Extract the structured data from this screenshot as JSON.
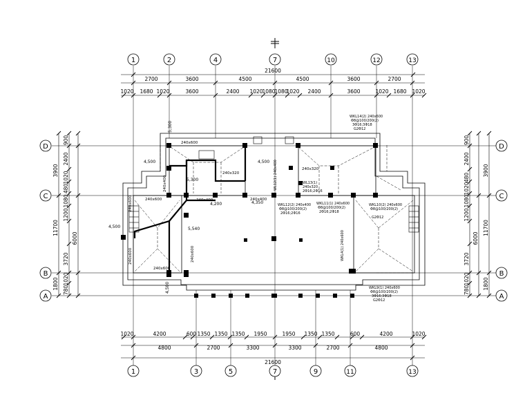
{
  "grid": {
    "top_labels": [
      "1",
      "2",
      "4",
      "7",
      "10",
      "12",
      "13"
    ],
    "bottom_labels": [
      "1",
      "3",
      "5",
      "7",
      "9",
      "11",
      "13"
    ],
    "left_labels": [
      "D",
      "C",
      "B",
      "A"
    ],
    "right_labels": [
      "D",
      "C",
      "B",
      "A"
    ]
  },
  "dims": {
    "top_total": "21600",
    "top_row1": [
      "2700",
      "3600",
      "4500",
      "4500",
      "3600",
      "2700"
    ],
    "top_row2": [
      "1020",
      "1680",
      "1020",
      "3600",
      "2400",
      "1020",
      "1080",
      "1080",
      "1020",
      "2400",
      "3600",
      "1020",
      "1680",
      "1020"
    ],
    "bottom_row1": [
      "1020",
      "4200",
      "600",
      "1350",
      "1350",
      "1350",
      "1950",
      "1950",
      "1350",
      "1350",
      "600",
      "4200",
      "1020"
    ],
    "bottom_row2": [
      "4800",
      "2700",
      "3300",
      "3300",
      "2700",
      "4800"
    ],
    "bottom_total": "21600",
    "left_outer": [
      "3900",
      "11700",
      "1800"
    ],
    "left_inner": [
      "900",
      "2400",
      "1020",
      "480",
      "1080",
      "1200",
      "6000",
      "3720",
      "1020",
      "780"
    ],
    "right_inner": [
      "900",
      "2400",
      "480",
      "1020",
      "1080",
      "1200",
      "6000",
      "3720",
      "1020",
      "780"
    ],
    "right_outer": [
      "3900",
      "11700",
      "1800"
    ]
  },
  "beams": {
    "b1": "240x600",
    "b2": "240x600",
    "b3": "240x600",
    "b4": "240x320",
    "b5": "240x400",
    "b6": "240x400",
    "b7": "240x320",
    "b8": "240x600",
    "b9": "240x600",
    "b10": "240x400",
    "b11": "240x600"
  },
  "slabs": {
    "s1": "4,500",
    "s2": "4,500",
    "s3": "5,300",
    "s4": "4,500",
    "s5": "5,540",
    "s6": "4,500",
    "s7": "4,350",
    "s8": "4,200",
    "s9": "5,300"
  },
  "notes": {
    "wkl14": "WKL14(2) 240x600",
    "wkl14_b": "Φ8@100/200(2)",
    "wkl14_c": "3Φ16;3Φ18",
    "wkl14_d": "G2Φ12",
    "wl12": "WL12(1) 240x400",
    "wl13": "WL13(1)",
    "wl13_b": "240x320",
    "wl13_c": "2Φ16;2Φ16",
    "wkl11": "WKL11(1) 240x600",
    "wkl11_b": "Φ8@100/200(2)",
    "wkl11_c": "2Φ16;2Φ18",
    "wl10": "WKL10(2) 240x600",
    "wl10_b": "Φ8@100/200(2)",
    "wl10_c": "G2Φ12",
    "wkl4": "WKL4(1) 240x600",
    "wkl9": "WKL9(1) 240x600",
    "wkl9_b": "Φ8@100/200(2)",
    "wkl9_c": "3Φ16;3Φ18",
    "wkl9_d": "G2Φ12",
    "wkl12": "WKL12(2) 240x400",
    "wkl12_b": "Φ8@100/200(2)",
    "wkl12_c": "2Φ16;2Φ16"
  }
}
